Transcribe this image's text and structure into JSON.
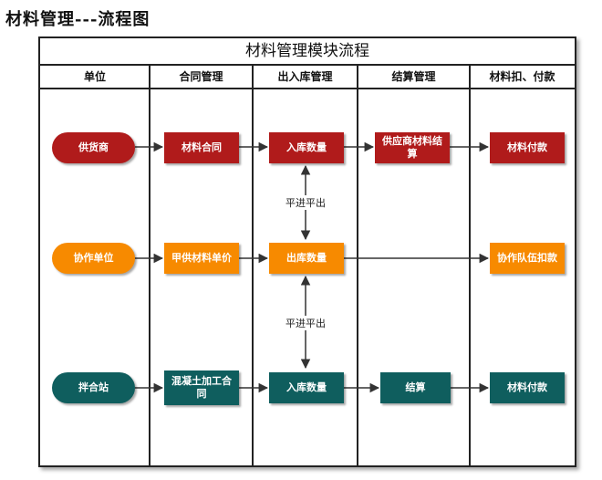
{
  "page_heading": "材料管理---流程图",
  "diagram": {
    "title": "材料管理模块流程",
    "lanes": [
      "单位",
      "合同管理",
      "出入库管理",
      "结算管理",
      "材料扣、付款"
    ],
    "rows": {
      "supplier": {
        "unit": "供货商",
        "contract": "材料合同",
        "stock": "入库数量",
        "settlement": "供应商材料结算",
        "payment": "材料付款"
      },
      "partner": {
        "unit": "协作单位",
        "contract": "甲供材料单价",
        "stock": "出库数量",
        "payment": "协作队伍扣款"
      },
      "plant": {
        "unit": "拌合站",
        "contract": "混凝土加工合同",
        "stock": "入库数量",
        "settlement": "结算",
        "payment": "材料付款"
      }
    },
    "edge_labels": {
      "upper": "平进平出",
      "lower": "平进平出"
    },
    "colors": {
      "supplier_row": "#b01b1b",
      "partner_row": "#f78a00",
      "plant_row": "#0f5e5e",
      "line": "#333333"
    }
  }
}
